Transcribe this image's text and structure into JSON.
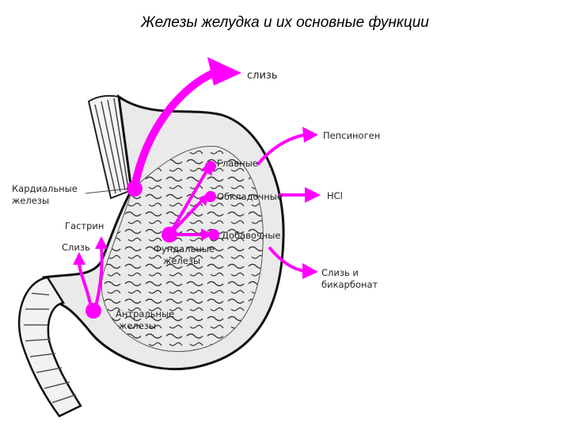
{
  "title": "Железы желудка и их основные функции",
  "colors": {
    "accent": "#ff00ff",
    "outline": "#222222",
    "background": "#ffffff"
  },
  "labels": {
    "mucus_top": "слизь",
    "pepsinogen": "Пепсиноген",
    "hcl": "HCl",
    "mucus_bicarbonate_line1": "Слизь и",
    "mucus_bicarbonate_line2": "бикарбонат",
    "cardiac_line1": "Кардиальные",
    "cardiac_line2": "железы",
    "gastrin": "Гастрин",
    "mucus_left": "Слизь",
    "chief": "Главные",
    "parietal": "Обкладочные",
    "accessory": "Добавочные",
    "fundic_line1": "Фундальные",
    "fundic_line2": "железы",
    "antral_line1": "Антральные",
    "antral_line2": "железы"
  }
}
